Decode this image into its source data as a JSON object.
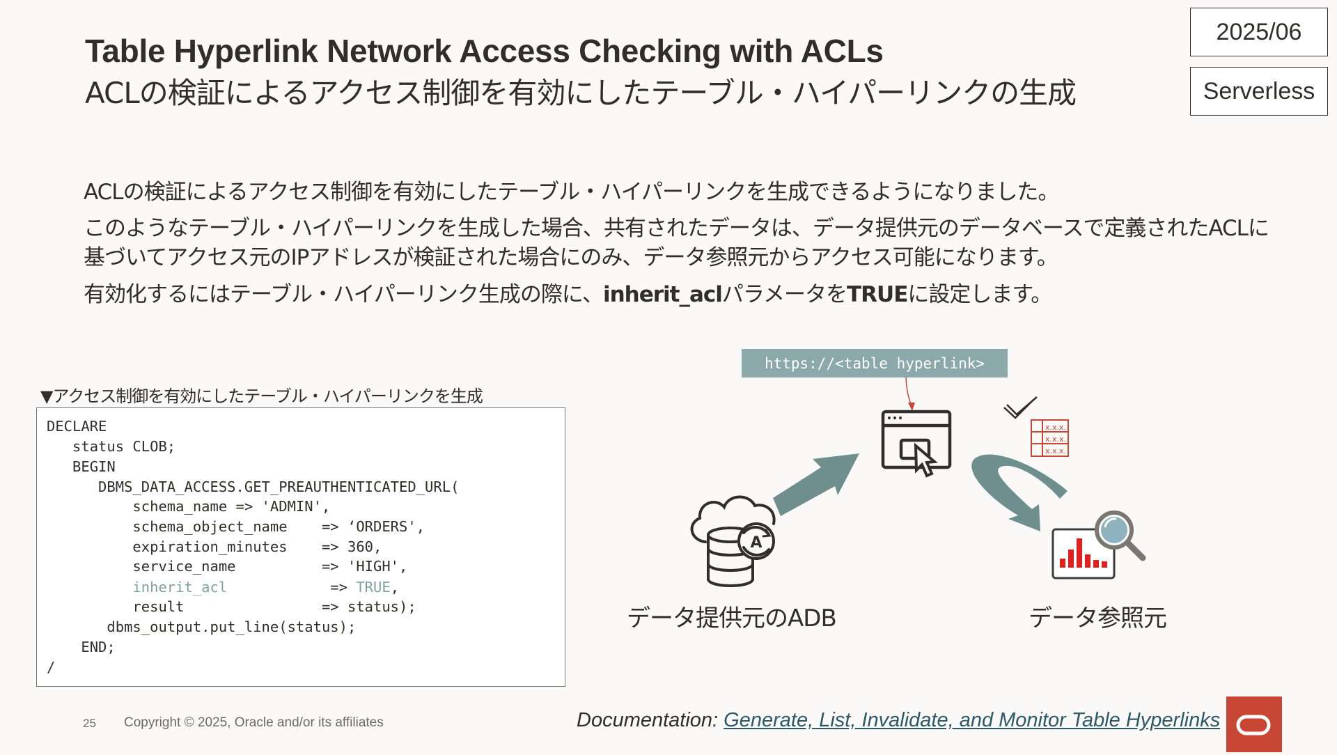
{
  "title": {
    "english": "Table Hyperlink Network Access Checking with ACLs",
    "japanese": "ACLの検証によるアクセス制御を有効にしたテーブル・ハイパーリンクの生成"
  },
  "tags": {
    "date": "2025/06",
    "service": "Serverless"
  },
  "body": {
    "line1": "ACLの検証によるアクセス制御を有効にしたテーブル・ハイパーリンクを生成できるようになりました。",
    "line2": "このようなテーブル・ハイパーリンクを生成した場合、共有されたデータは、データ提供元のデータベースで定義されたACLに",
    "line3": "基づいてアクセス元のIPアドレスが検証された場合にのみ、データ参照元からアクセス可能になります。",
    "line4_prefix": "有効化するにはテーブル・ハイパーリンク生成の際に、",
    "line4_param": "inherit_acl",
    "line4_mid": "パラメータを",
    "line4_value": "TRUE",
    "line4_suffix": "に設定します。"
  },
  "code_sample": {
    "caption": "▼アクセス制御を有効にしたテーブル・ハイパーリンクを生成",
    "lines": {
      "l01": "DECLARE",
      "l02": "   status CLOB;",
      "l03": "   BEGIN",
      "l04": "      DBMS_DATA_ACCESS.GET_PREAUTHENTICATED_URL(",
      "l05": "          schema_name => 'ADMIN',",
      "l06": "          schema_object_name    => ‘ORDERS',",
      "l07": "          expiration_minutes    => 360,",
      "l08": "          service_name          => 'HIGH',",
      "l09_key": "          inherit_acl",
      "l09_arrow": "            => ",
      "l09_value": "TRUE",
      "l09_end": ",",
      "l10": "          result                => status);",
      "l11": "       dbms_output.put_line(status);",
      "l12": "    END;",
      "l13": "/"
    }
  },
  "diagram": {
    "url_label": "https://<table hyperlink>",
    "table_cell_text": "x.x.x.",
    "source_label": "データ提供元のADB",
    "consumer_label": "データ参照元",
    "adb_badge_letter": "A",
    "colors": {
      "arrow": "#6f8f8f",
      "url_box": "#8ba8aa",
      "accent_red": "#c74634",
      "chart_red": "#e0201c"
    },
    "icons": [
      "cloud-database-icon",
      "browser-click-icon",
      "checkmark-icon",
      "spreadsheet-icon",
      "chart-magnifier-icon"
    ]
  },
  "footer": {
    "page_number": "25",
    "copyright": "Copyright © 2025, Oracle and/or its affiliates",
    "doc_prefix": "Documentation: ",
    "doc_link_text": "Generate, List, Invalidate, and Monitor Table Hyperlinks"
  },
  "branding": {
    "logo_color": "#c74634"
  }
}
